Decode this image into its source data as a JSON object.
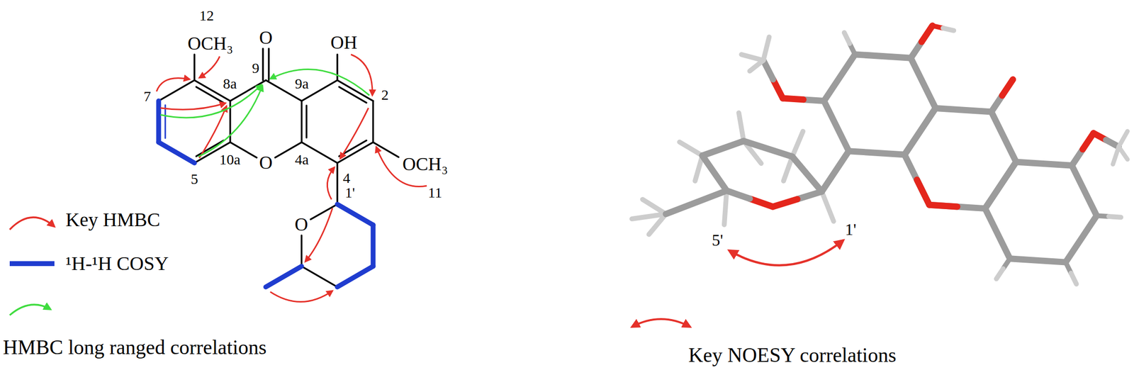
{
  "diagram": {
    "labels": [
      "12",
      "OCH₃",
      "O",
      "OH",
      "9",
      "9a",
      "8a",
      "7",
      "2",
      "10a",
      "O",
      "4a",
      "4",
      "OCH₃",
      "11",
      "5",
      "1'",
      "O",
      "1'",
      "5'"
    ],
    "legend": [
      {
        "text": "Key HMBC"
      },
      {
        "text": "¹H-¹H COSY"
      },
      {
        "text": "HMBC long ranged correlations"
      },
      {
        "text": "Key NOESY correlations"
      }
    ]
  }
}
